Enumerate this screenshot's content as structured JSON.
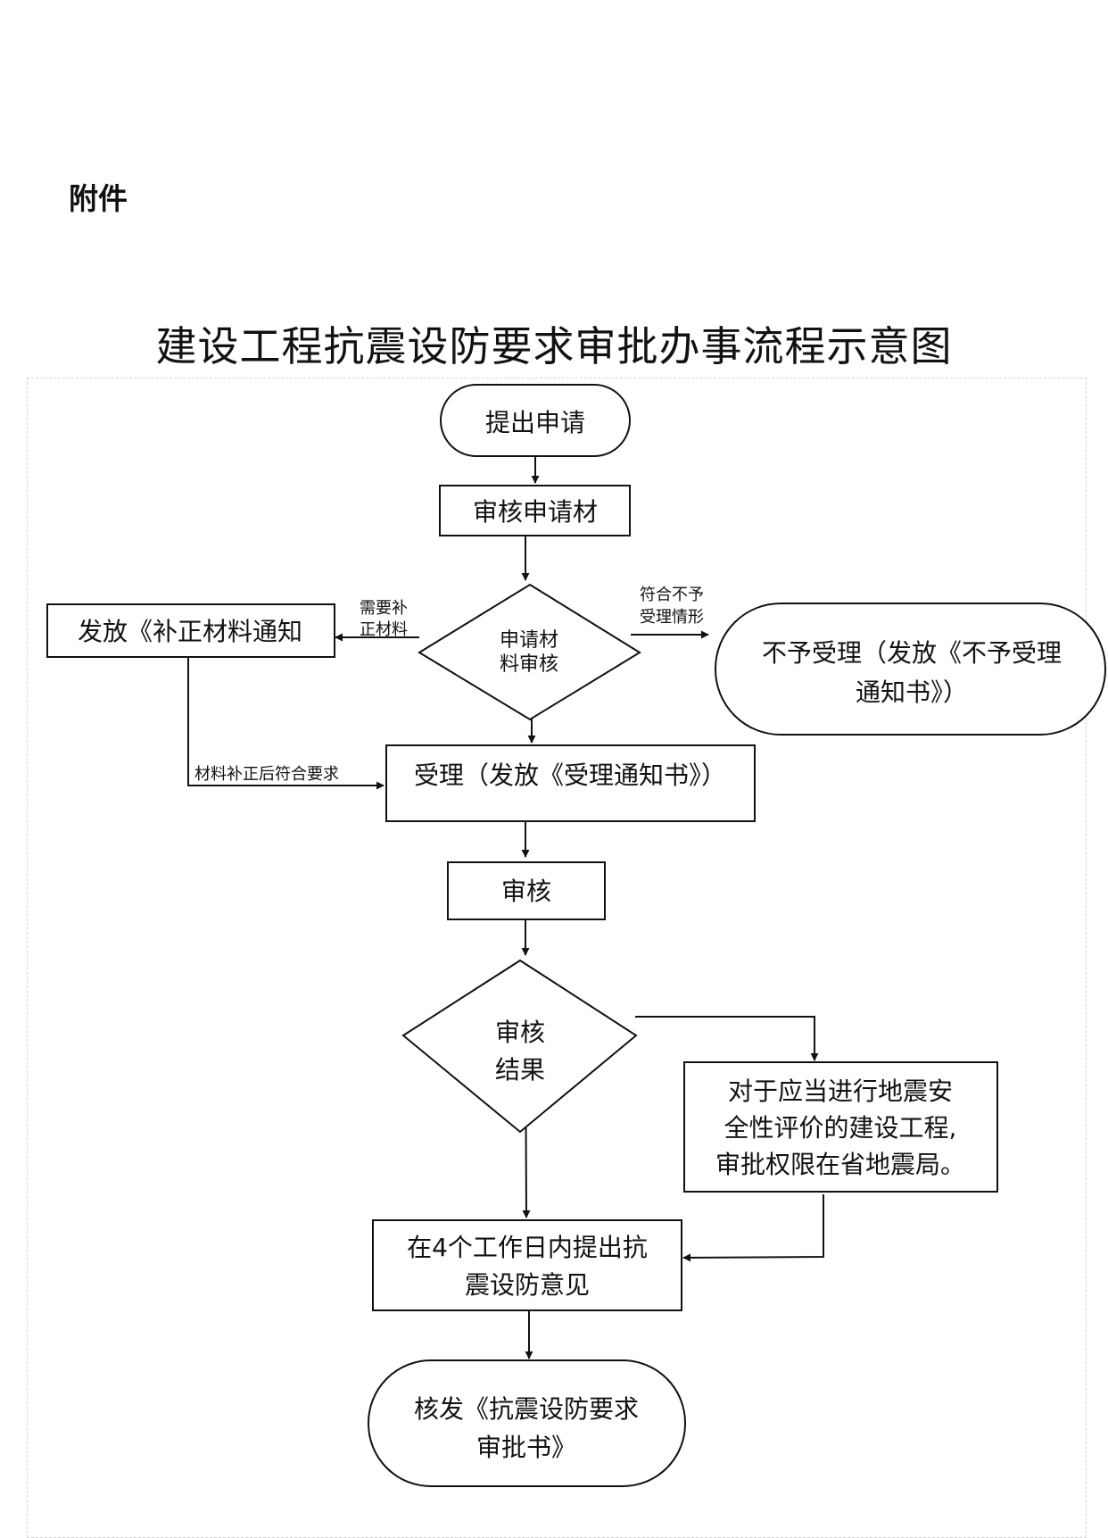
{
  "header": {
    "attachment_label": "附件",
    "title": "建设工程抗震设防要求审批办事流程示意图"
  },
  "flow": {
    "nodes": {
      "submit": "提出申请",
      "review_materials": "审核申请材",
      "decision1": [
        "申请材",
        "料审核"
      ],
      "supplement": "发放《补正材料通知",
      "reject": [
        "不予受理（发放《不予受理",
        "通知书》）"
      ],
      "accept": "受理（发放《受理通知书》）",
      "audit": "审核",
      "decision2": [
        "审核",
        "结果"
      ],
      "note": [
        "对于应当进行地震安",
        "全性评价的建设工程,",
        "审批权限在省地震局。"
      ],
      "opinion": [
        "在4个工作日内提出抗",
        "震设防意见"
      ],
      "issue": [
        "核发《抗震设防要求",
        "审批书》"
      ]
    },
    "edges": {
      "need_supplement": [
        "需要补",
        "正材料"
      ],
      "not_accept": [
        "符合不予",
        "受理情形"
      ],
      "supplement_ok": "材料补正后符合要求"
    }
  }
}
